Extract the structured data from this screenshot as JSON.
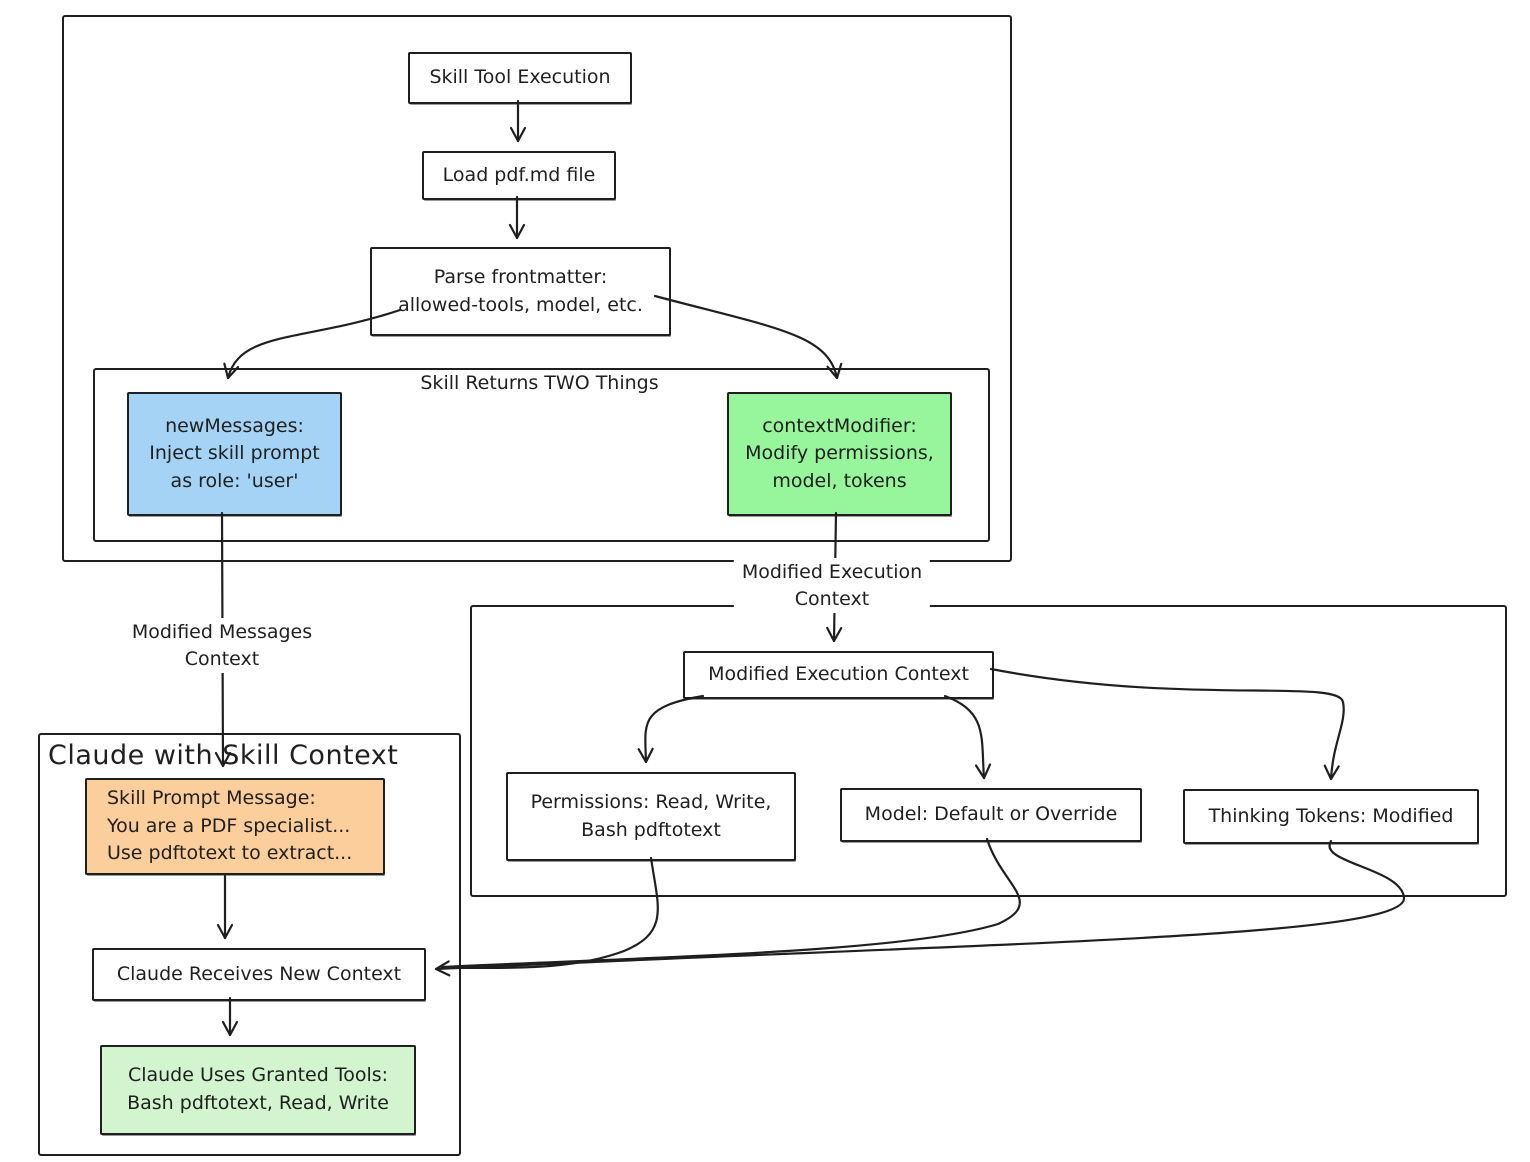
{
  "diagram": {
    "skill_flow": {
      "skill_tool_execution": "Skill Tool Execution",
      "load_pdf": "Load pdf.md file",
      "parse_frontmatter": "Parse frontmatter:\nallowed-tools, model, etc.",
      "returns_box_title": "Skill Returns TWO Things",
      "new_messages": "newMessages:\nInject skill prompt\nas role: 'user'",
      "context_modifier": "contextModifier:\nModify permissions,\nmodel, tokens"
    },
    "edge_labels": {
      "modified_messages": "Modified Messages\nContext",
      "modified_execution": "Modified Execution\nContext"
    },
    "execution_context": {
      "modified_execution_context": "Modified Execution Context",
      "permissions": "Permissions: Read, Write,\nBash pdftotext",
      "model": "Model: Default or Override",
      "thinking_tokens": "Thinking Tokens: Modified"
    },
    "claude_context": {
      "title": "Claude with Skill Context",
      "skill_prompt_message": "Skill Prompt Message:\nYou are a PDF specialist...\nUse pdftotext to extract...",
      "claude_receives": "Claude Receives New Context",
      "claude_uses_tools": "Claude Uses Granted Tools:\nBash pdftotext, Read, Write"
    },
    "colors": {
      "blue_fill": "#a5d3f5",
      "green_fill": "#97f59b",
      "pale_green_fill": "#d2f5d0",
      "orange_fill": "#fcce9c",
      "stroke": "#1f1f1f",
      "background": "#ffffff"
    }
  }
}
